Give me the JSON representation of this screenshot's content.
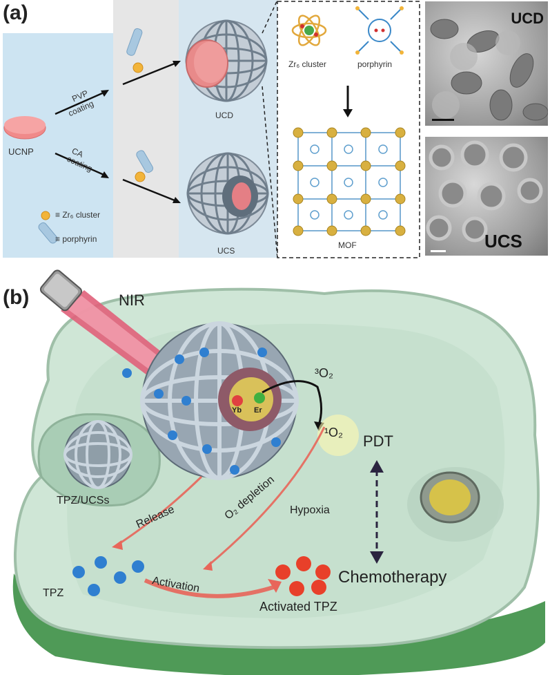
{
  "panel_a": {
    "label": "(a)",
    "ucnp": "UCNP",
    "pvp_1": "PVP",
    "pvp_2": "coating",
    "ca_1": "CA",
    "ca_2": "coating",
    "legend_cluster": "≡ Zr₆ cluster",
    "legend_porphyrin": "≡ porphyrin",
    "ucd": "UCD",
    "ucs": "UCS",
    "zr_cluster": "Zr₆ cluster",
    "porphyrin": "porphyrin",
    "mof": "MOF",
    "tem_ucd": "UCD",
    "tem_ucs": "UCS"
  },
  "panel_b": {
    "label": "(b)",
    "nir": "NIR",
    "o2_triplet": "³O₂",
    "o2_singlet": "¹O₂",
    "yb": "Yb",
    "er": "Er",
    "pdt": "PDT",
    "tpz_ucss": "TPZ/UCSs",
    "release": "Release",
    "o2_depletion": "O₂ depletion",
    "hypoxia": "Hypoxia",
    "tpz": "TPZ",
    "activation": "Activation",
    "chemotherapy": "Chemotherapy",
    "activated_tpz": "Activated TPZ"
  },
  "colors": {
    "panel_bg_blue": "#cde4f2",
    "panel_bg_gray": "#e6e6e6",
    "ucnp_pink": "#f08a8a",
    "cluster_orange": "#f2b43a",
    "porphyrin_blue": "#a8c8e0",
    "cell_green": "#cfe6d6",
    "arrow_red": "#e8665a",
    "tpz_blue": "#2f7fd0",
    "active_red": "#e8402a"
  }
}
